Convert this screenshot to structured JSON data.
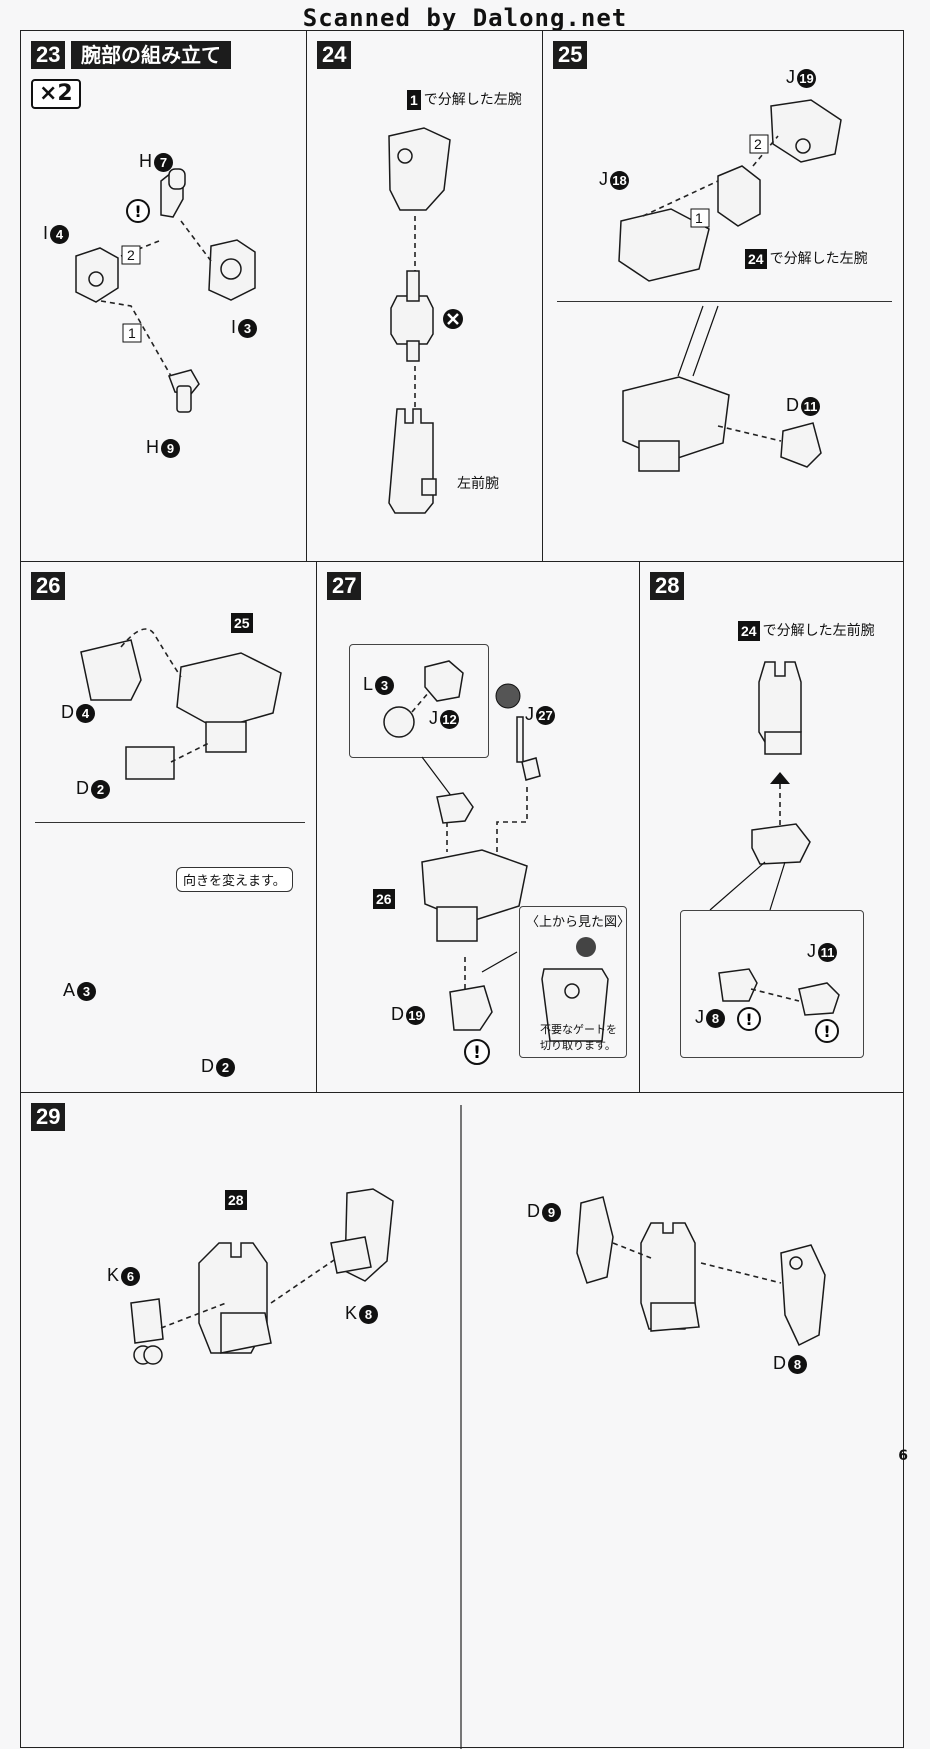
{
  "watermark": "Scanned by Dalong.net",
  "page_number": "6",
  "steps": {
    "s23": {
      "num": "23",
      "title": "腕部の組み立て",
      "times": "×2",
      "labels": [
        "H",
        "I",
        "I",
        "H"
      ],
      "badges": [
        "7",
        "4",
        "3",
        "9"
      ],
      "order": [
        "1",
        "2"
      ]
    },
    "s24": {
      "num": "24",
      "ref_num": "1",
      "ref_text": "で分解した左腕",
      "forearm": "左前腕"
    },
    "s25": {
      "num": "25",
      "labels": [
        "J",
        "J",
        "D"
      ],
      "badges": [
        "19",
        "18",
        "11"
      ],
      "order": [
        "1",
        "2"
      ],
      "ref_num": "24",
      "ref_text": "で分解した左腕"
    },
    "s26": {
      "num": "26",
      "ref": "25",
      "labels": [
        "D",
        "D",
        "A",
        "D"
      ],
      "badges": [
        "4",
        "2",
        "3",
        "2"
      ],
      "callout": "向きを変えます。"
    },
    "s27": {
      "num": "27",
      "ref": "26",
      "labels": [
        "L",
        "J",
        "J",
        "D"
      ],
      "badges": [
        "3",
        "12",
        "27",
        "19"
      ],
      "topview": "〈上から見た図〉",
      "gate_note_1": "不要なゲートを",
      "gate_note_2": "切り取ります。"
    },
    "s28": {
      "num": "28",
      "ref_num": "24",
      "ref_text": "で分解した左前腕",
      "labels": [
        "J",
        "J"
      ],
      "badges": [
        "11",
        "8"
      ]
    },
    "s29": {
      "num": "29",
      "ref": "28",
      "labels": [
        "K",
        "K",
        "D",
        "D"
      ],
      "badges": [
        "6",
        "8",
        "9",
        "8"
      ]
    }
  }
}
